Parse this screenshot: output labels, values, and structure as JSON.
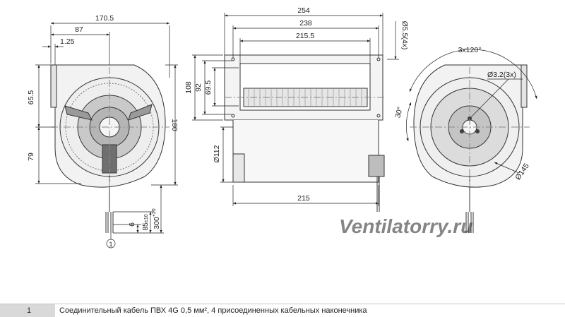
{
  "left_view": {
    "dims": {
      "overall_width": "170.5",
      "offset_87": "87",
      "offset_1_25": "1.25",
      "upper_height": "65.5",
      "lower_height": "79",
      "total_height": "180",
      "cable_length": "300",
      "cable_length_tol": "+20",
      "strip_length": "85",
      "strip_length_tol": "±10",
      "wire_end": "6",
      "callout": "1"
    }
  },
  "center_view": {
    "dims": {
      "width_254": "254",
      "width_238": "238",
      "width_215_5": "215.5",
      "hole_5_5": "Ø5.5(4x)",
      "h_108": "108",
      "h_92": "92",
      "h_69_5": "69.5",
      "dia_112": "Ø112",
      "width_215": "215"
    }
  },
  "right_view": {
    "dims": {
      "angle_3x120": "3x120°",
      "hole_3_2": "Ø3.2(3x)",
      "angle_30": "30°",
      "dia_145": "Ø145"
    }
  },
  "watermark": "Ventilatorry.ru",
  "footer": {
    "number": "1",
    "text": "Соединительный кабель ПВХ 4G 0,5 мм², 4 присоединенных кабельных наконечника"
  }
}
